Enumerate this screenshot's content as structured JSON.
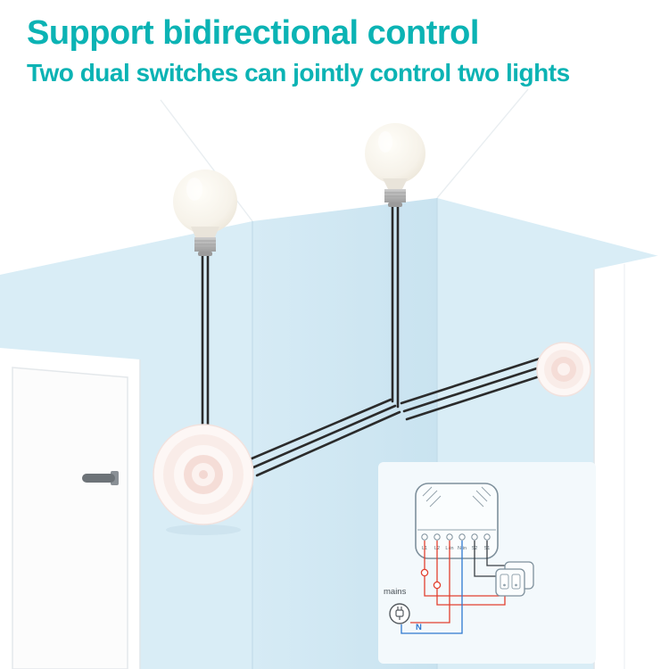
{
  "header": {
    "title": "Support bidirectional control",
    "subtitle": "Two dual switches can jointly control two lights"
  },
  "colors": {
    "accent_teal": "#0bb3b4",
    "wall_blue": "#d9edf6",
    "ceiling_white": "#ffffff",
    "wire_black": "#2b2b2b",
    "wire_red": "#e2402f",
    "wire_blue": "#2e78d0",
    "switch_ring_pink": "#f5ddd7"
  },
  "wiring_diagram": {
    "terminals": [
      "L1",
      "L2",
      "L-in",
      "N-in",
      "S2",
      "S1"
    ],
    "mains_label": "mains",
    "neutral_label": "N"
  }
}
